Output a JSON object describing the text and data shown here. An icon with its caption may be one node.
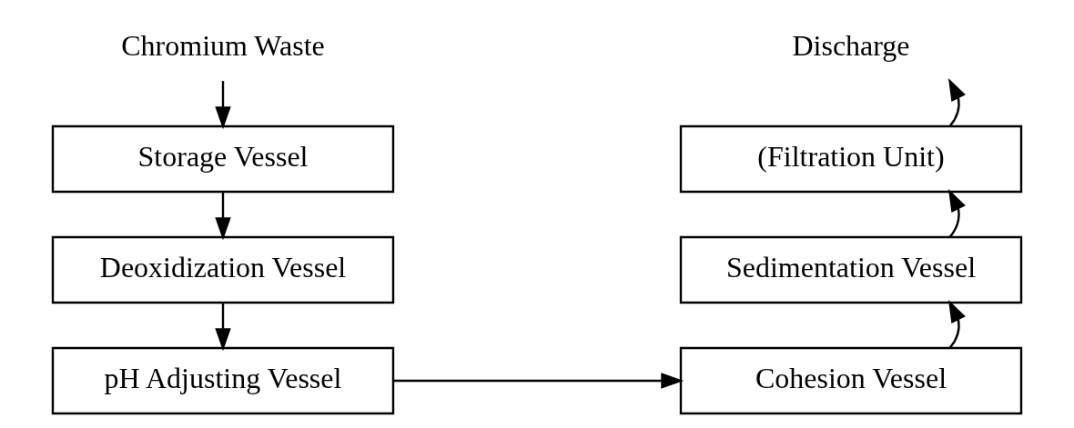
{
  "diagram": {
    "nodes": [
      {
        "text": [
          "Chromium Waste"
        ]
      },
      {
        "text": [
          "Storage Vessel"
        ]
      },
      {
        "text": [
          "Deoxidization Vessel"
        ]
      },
      {
        "text": [
          "pH Adjusting Vessel"
        ]
      },
      {
        "text": [
          "Cohesion Vessel"
        ]
      },
      {
        "text": [
          "Sedimentation Vessel"
        ]
      },
      {
        "text": [
          "(Filtration Unit)"
        ]
      },
      {
        "text": [
          "Discharge"
        ]
      }
    ],
    "edges": [
      {
        "from": 0,
        "to": 1,
        "arrow": "to"
      },
      {
        "from": 1,
        "to": 2,
        "arrow": "to"
      },
      {
        "from": 2,
        "to": 3,
        "arrow": "to"
      },
      {
        "from": 3,
        "to": 4,
        "arrow": "to"
      },
      {
        "from": 4,
        "to": 5,
        "arrow": "to"
      },
      {
        "from": 5,
        "to": 6,
        "arrow": "to"
      },
      {
        "from": 6,
        "to": 7,
        "arrow": "to"
      }
    ]
  }
}
